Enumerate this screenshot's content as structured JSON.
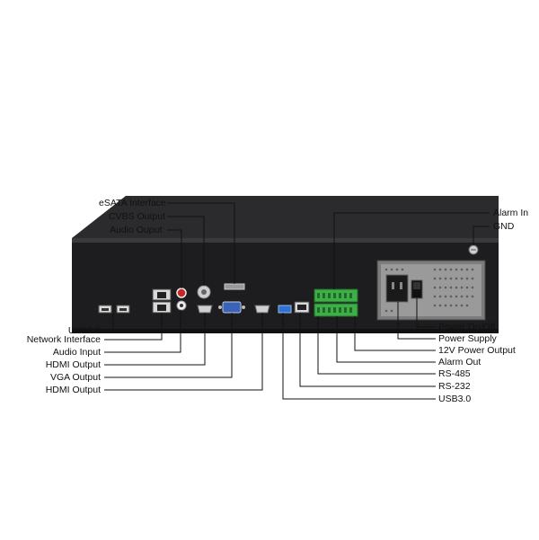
{
  "labels_top": [
    {
      "id": "esata",
      "text": "eSATA Interface"
    },
    {
      "id": "cvbs",
      "text": "CVBS Output"
    },
    {
      "id": "audio-out",
      "text": "Audio Ouput"
    }
  ],
  "labels_right_top": [
    {
      "id": "alarm-in",
      "text": "Alarm In"
    },
    {
      "id": "gnd",
      "text": "GND"
    }
  ],
  "labels_left": [
    {
      "id": "usb2",
      "text": "USB2.0"
    },
    {
      "id": "network",
      "text": "Network Interface"
    },
    {
      "id": "audio-in",
      "text": "Audio Input"
    },
    {
      "id": "hdmi-out-1",
      "text": "HDMI Output"
    },
    {
      "id": "vga-out",
      "text": "VGA Output"
    },
    {
      "id": "hdmi-out-2",
      "text": "HDMI Output"
    }
  ],
  "labels_right": [
    {
      "id": "power-onoff",
      "text": "Power On/Off"
    },
    {
      "id": "power-supply",
      "text": "Power Supply"
    },
    {
      "id": "power-12v",
      "text": "12V Power Output"
    },
    {
      "id": "alarm-out",
      "text": "Alarm Out"
    },
    {
      "id": "rs485",
      "text": "RS-485"
    },
    {
      "id": "rs232",
      "text": "RS-232"
    },
    {
      "id": "usb3",
      "text": "USB3.0"
    }
  ],
  "colors": {
    "chassis": "#1c1c1e",
    "chassis_top": "#2a2a2c",
    "line": "#111111",
    "terminal_green": "#3fae49",
    "audio_red": "#c62828",
    "vga_blue": "#3a63b8",
    "usb3_blue": "#2f6fd6"
  }
}
